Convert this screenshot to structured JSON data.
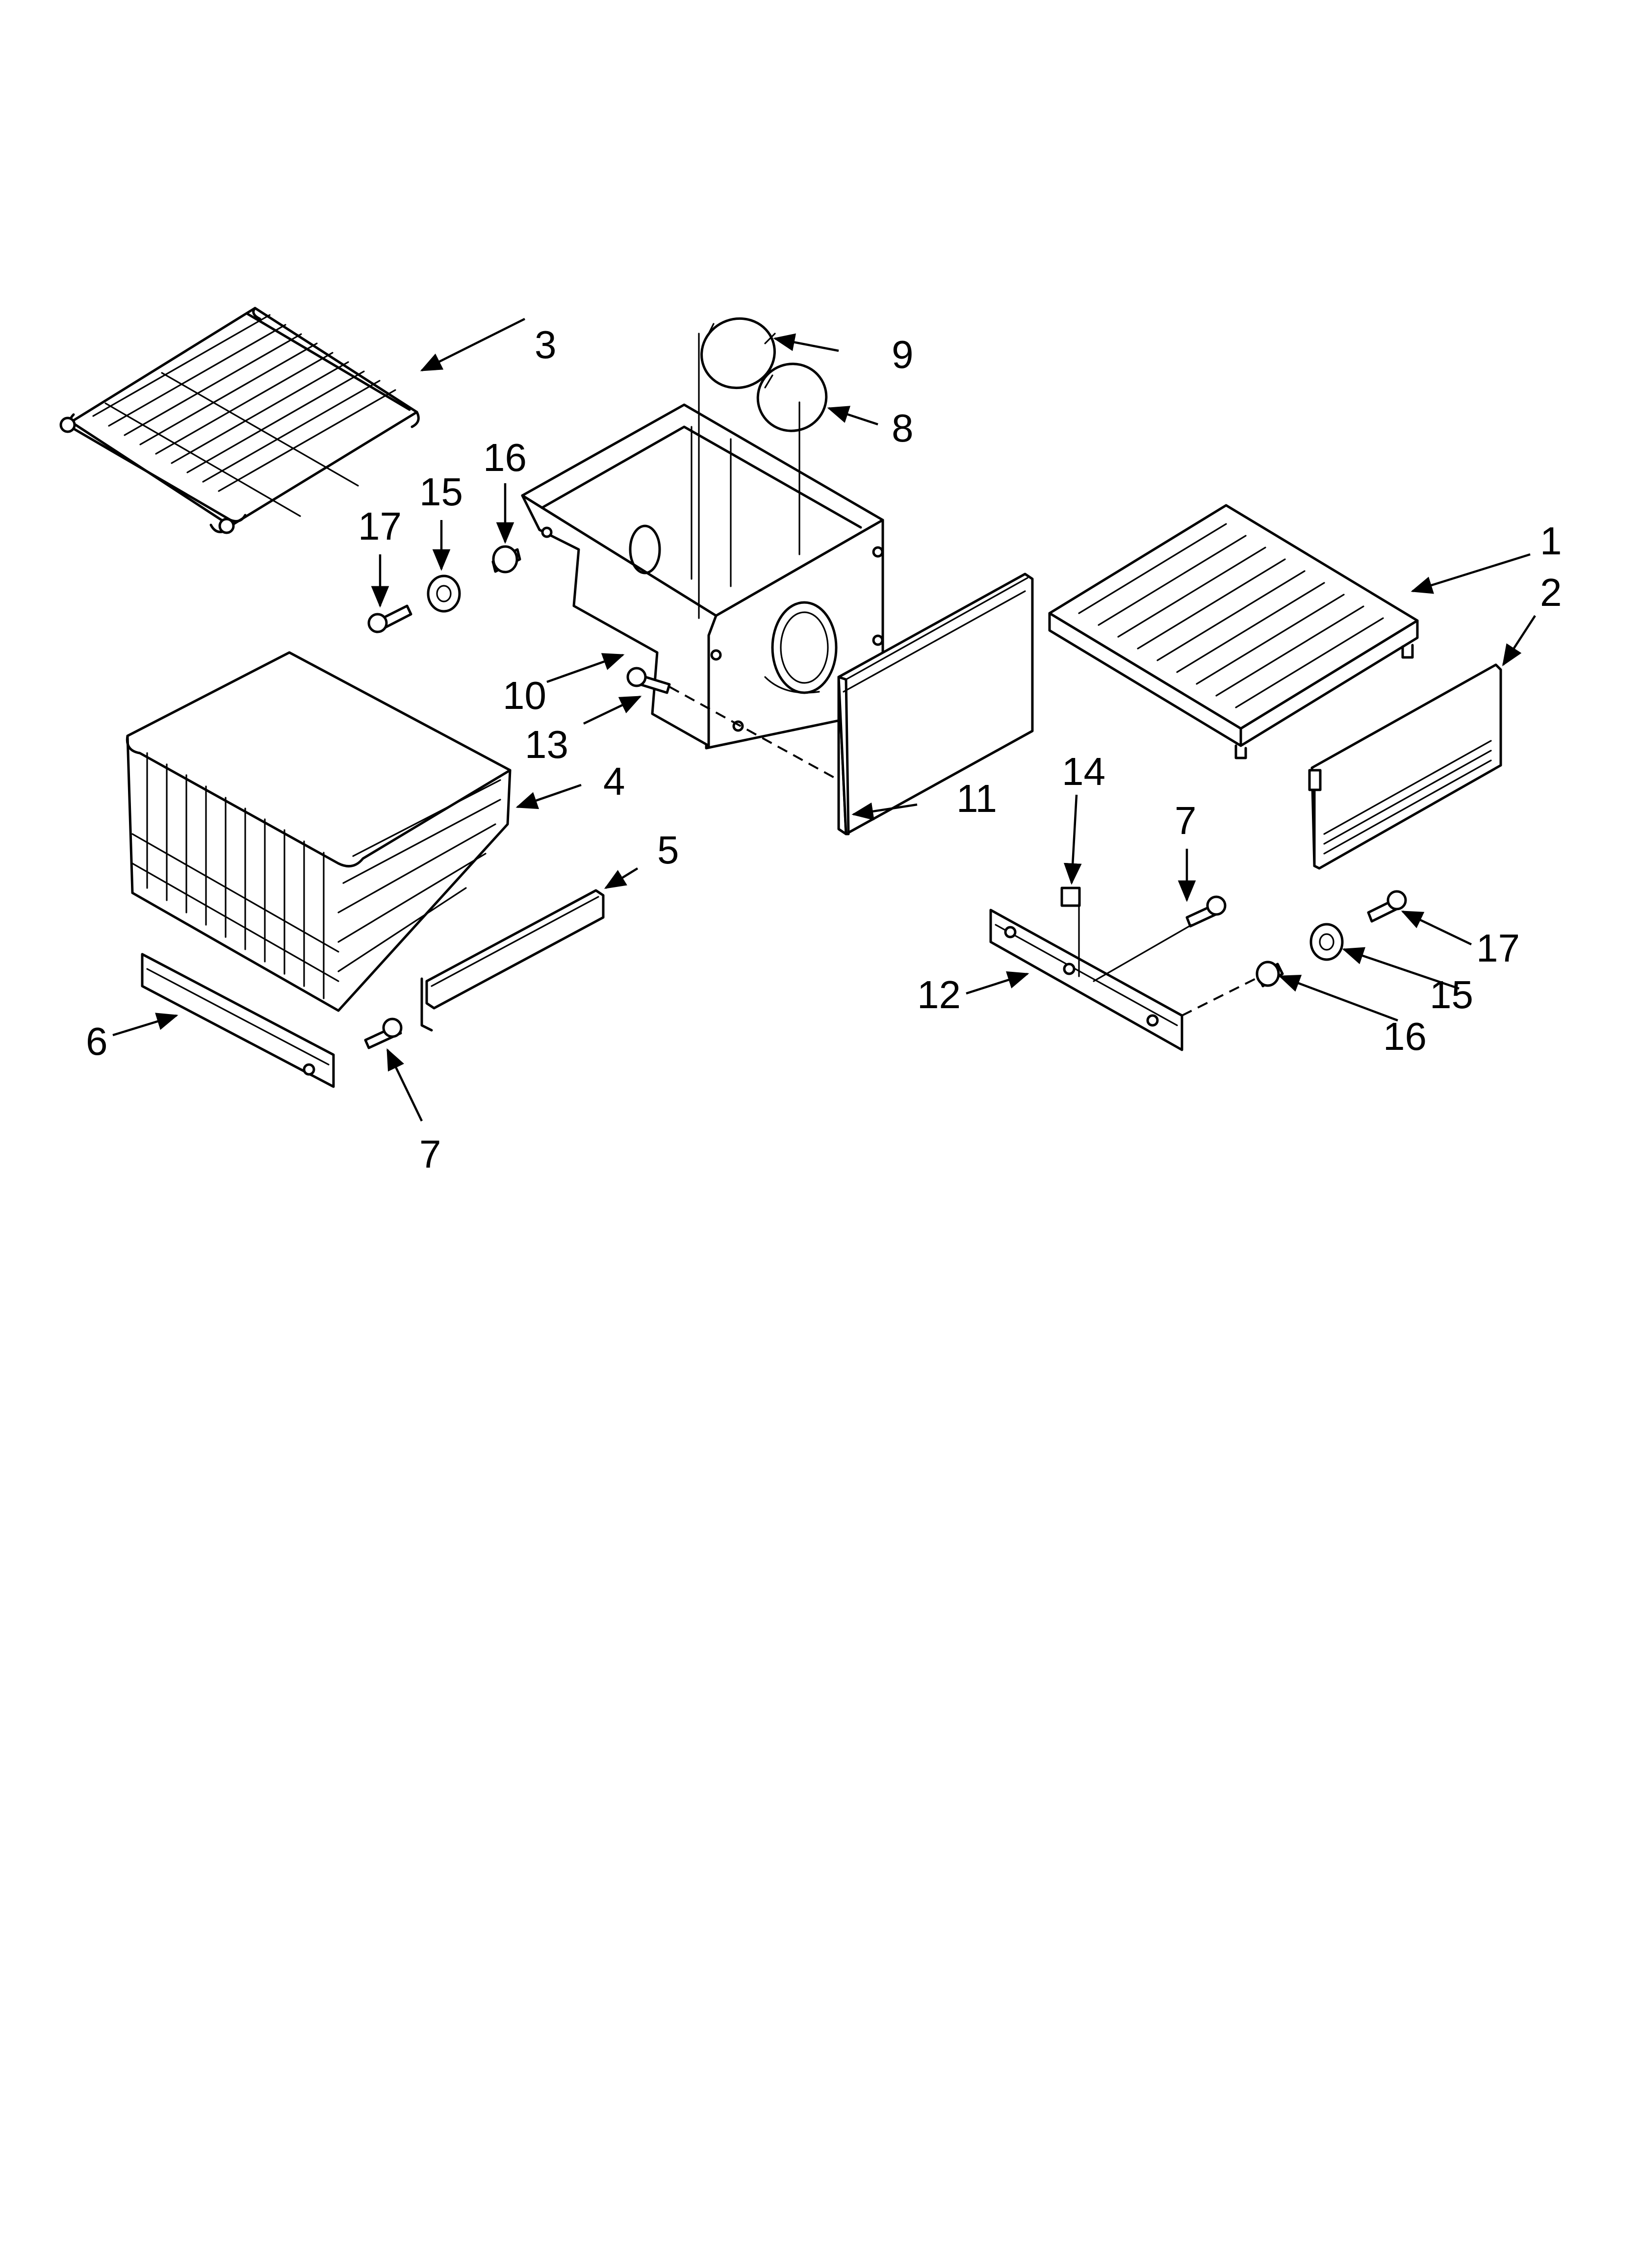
{
  "callouts": {
    "c1": "1",
    "c2": "2",
    "c3": "3",
    "c4": "4",
    "c5": "5",
    "c6": "6",
    "c7a": "7",
    "c7b": "7",
    "c8": "8",
    "c9": "9",
    "c10": "10",
    "c11": "11",
    "c12": "12",
    "c13": "13",
    "c14": "14",
    "c15a": "15",
    "c15b": "15",
    "c16a": "16",
    "c16b": "16",
    "c17a": "17",
    "c17b": "17"
  }
}
